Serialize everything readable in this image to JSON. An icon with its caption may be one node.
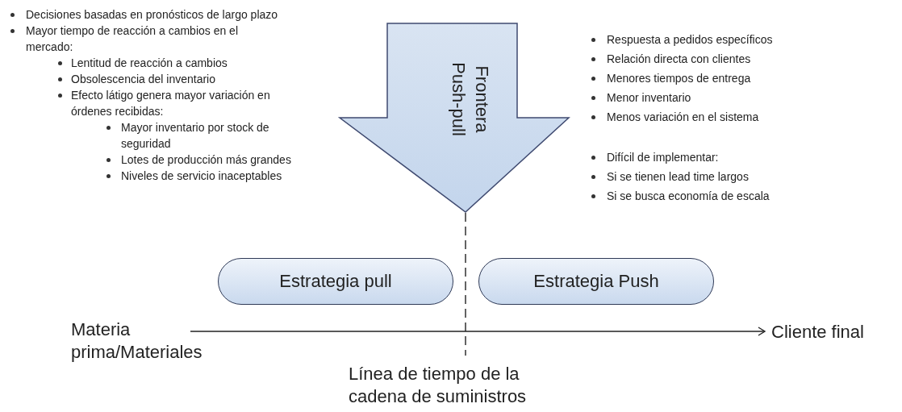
{
  "diagram": {
    "nodes": [
      {
        "text": [
          "Frontera Push-pull"
        ]
      },
      {
        "text": [
          "Materia prima/Materiales"
        ]
      },
      {
        "text": [
          "Cliente final"
        ]
      },
      {
        "text": [
          "Estrategia pull"
        ]
      },
      {
        "text": [
          "Estrategia Push"
        ]
      }
    ],
    "edges": [
      {
        "from": 1,
        "to": 2,
        "arrow": "to"
      }
    ],
    "labels": [
      "Decisiones basadas en pronósticos de largo plazo",
      "Mayor tiempo de reacción a cambios en el mercado:",
      "Lentitud de reacción a cambios",
      "Obsolescencia del inventario",
      "Efecto látigo genera mayor variación en órdenes recibidas:",
      "Mayor inventario por stock de seguridad",
      "Lotes de producción más grandes",
      "Niveles de servicio inaceptables",
      "Respuesta a pedidos específicos",
      "Relación directa con clientes",
      "Menores tiempos de entrega",
      "Menor inventario",
      "Menos variación en el sistema",
      "Difícil de implementar:",
      "Si se tienen lead time largos",
      "Si se busca economía de escala",
      "Línea de tiempo de la cadena de suministros"
    ]
  }
}
